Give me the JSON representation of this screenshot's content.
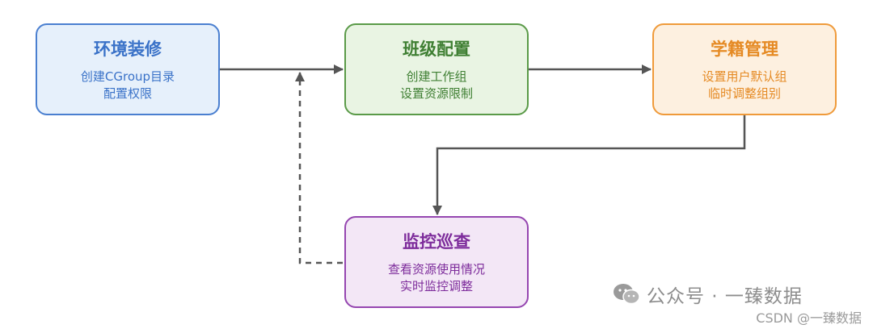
{
  "nodes": [
    {
      "id": "env",
      "title": "环境装修",
      "lines": [
        "创建CGroup目录",
        "配置权限"
      ],
      "border": "#4a7fd0",
      "fill": "#e6f0fb"
    },
    {
      "id": "class",
      "title": "班级配置",
      "lines": [
        "创建工作组",
        "设置资源限制"
      ],
      "border": "#5a9a48",
      "fill": "#e9f4e3"
    },
    {
      "id": "enroll",
      "title": "学籍管理",
      "lines": [
        "设置用户默认组",
        "临时调整组别"
      ],
      "border": "#ef9a3a",
      "fill": "#fdf0e0"
    },
    {
      "id": "monitor",
      "title": "监控巡查",
      "lines": [
        "查看资源使用情况",
        "实时监控调整"
      ],
      "border": "#9546b0",
      "fill": "#f3e7f6"
    }
  ],
  "edges": [
    {
      "from": "env",
      "to": "class",
      "style": "solid"
    },
    {
      "from": "class",
      "to": "enroll",
      "style": "solid"
    },
    {
      "from": "enroll",
      "to": "monitor",
      "style": "solid"
    },
    {
      "from": "monitor",
      "to": "env-class-edge",
      "style": "dashed"
    }
  ],
  "watermark": {
    "text": "公众号 · 一臻数据",
    "logo": "wechat-logo-icon"
  },
  "credit": "CSDN @一臻数据",
  "colors": {
    "edge": "#555555"
  }
}
